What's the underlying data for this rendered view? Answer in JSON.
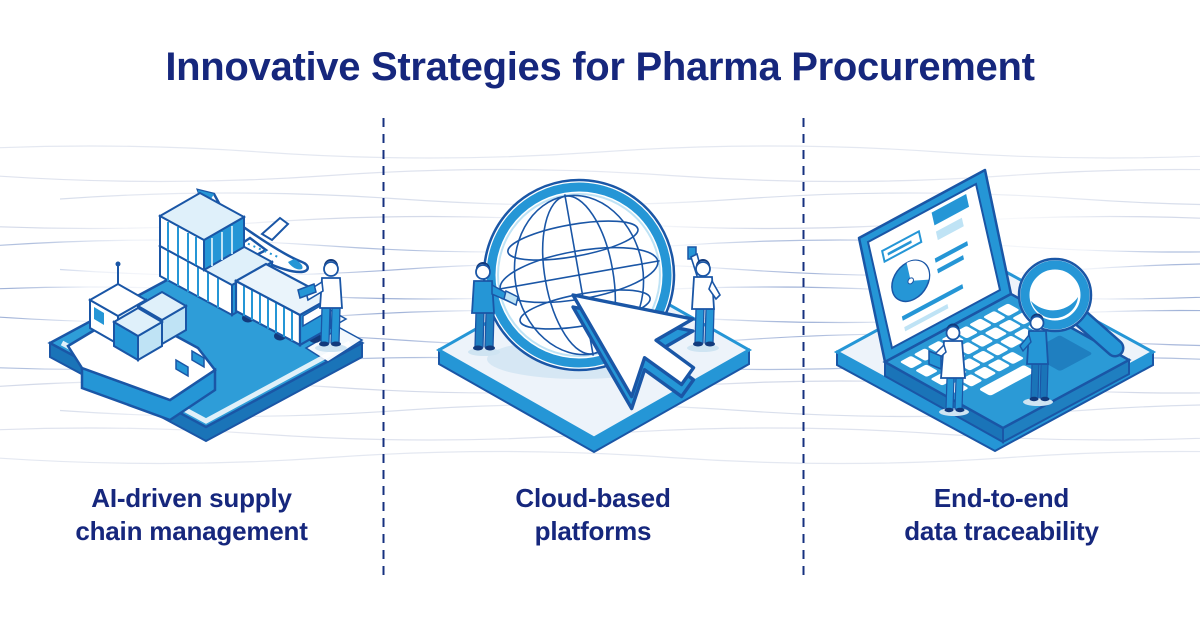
{
  "header": {
    "title": "Innovative Strategies for Pharma Procurement"
  },
  "columns": [
    {
      "id": "supply-chain",
      "illustration": "cargo-ship-truck-airplane-scene",
      "label_lines": [
        "AI-driven supply",
        "chain management"
      ]
    },
    {
      "id": "cloud-platforms",
      "illustration": "globe-with-cursor-scene",
      "label_lines": [
        "Cloud-based",
        "platforms"
      ]
    },
    {
      "id": "data-traceability",
      "illustration": "laptop-with-magnifier-scene",
      "label_lines": [
        "End-to-end",
        "data traceability"
      ]
    }
  ],
  "colors": {
    "title_navy": "#16277d",
    "divider_navy": "#16307f",
    "illustration_blue": "#2596d6",
    "illustration_outline": "#1a56a6",
    "illustration_dark_navy": "#123a7c",
    "light_blue_fill": "#bfe3f5",
    "platform_light": "#edf3fa",
    "wave_line_light": "#b9c3db",
    "wave_line_dark": "#92a7d2",
    "background": "#ffffff"
  }
}
